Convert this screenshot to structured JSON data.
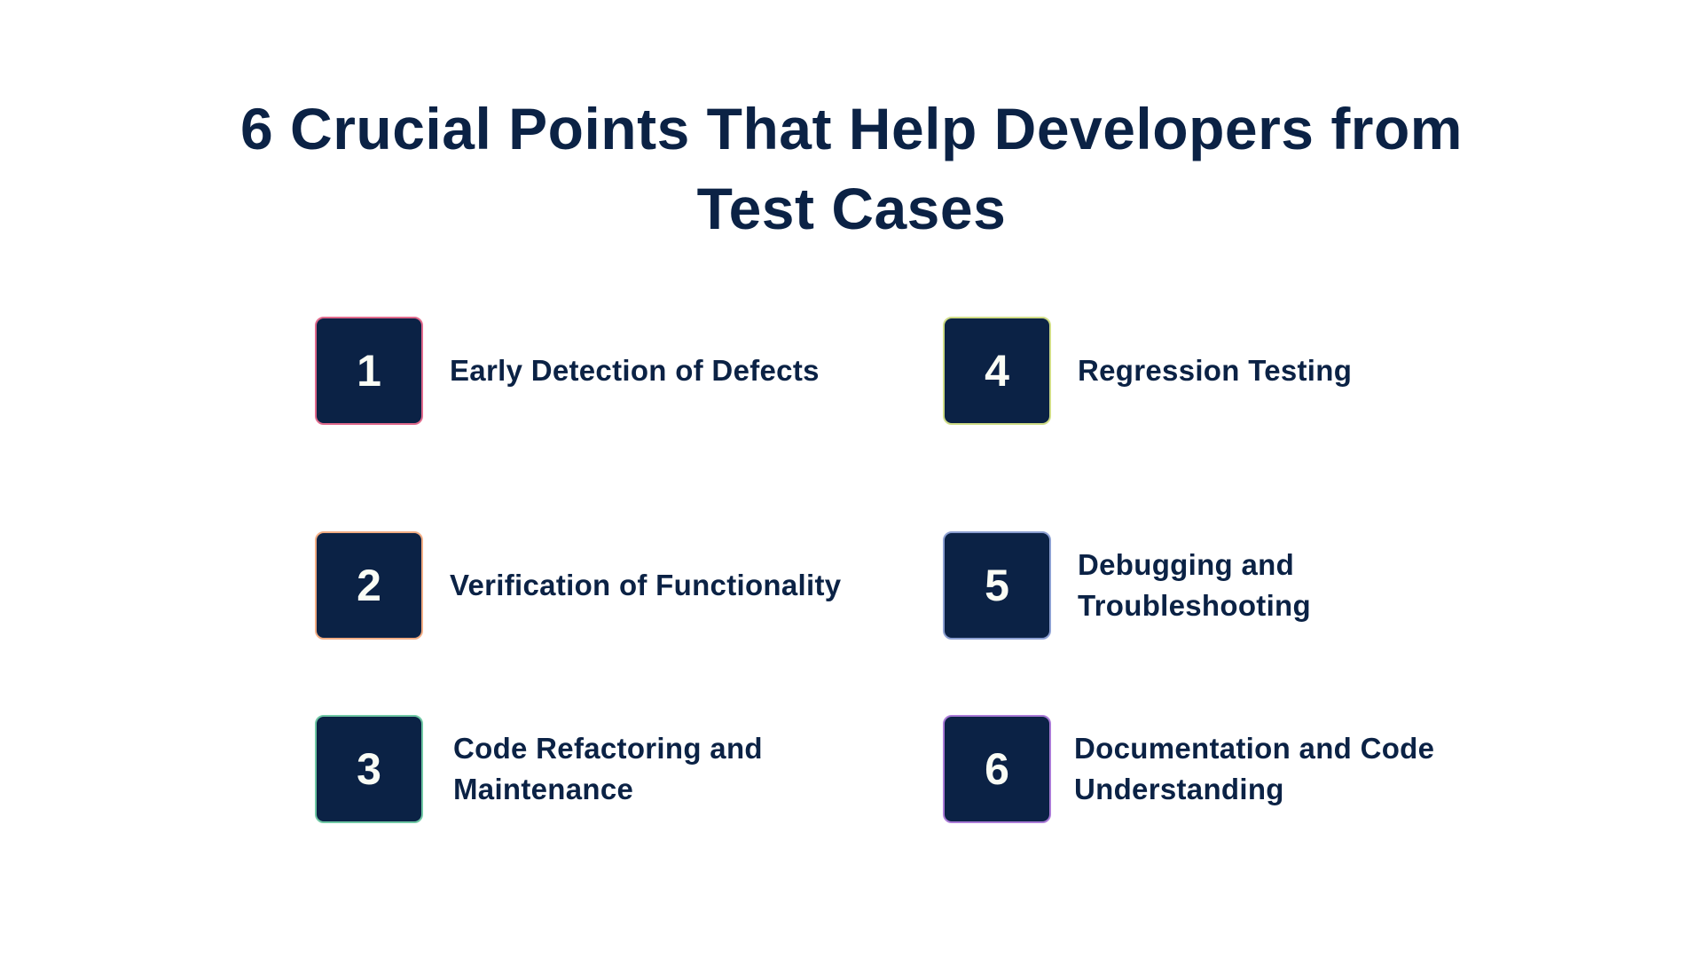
{
  "title": {
    "line1": "6  Crucial Points That Help Developers from",
    "line2": "Test Cases"
  },
  "colors": {
    "text": "#0b2245",
    "box_fill": "#0b2245",
    "box_number": "#fafdf5",
    "background": "#ffffff"
  },
  "items": [
    {
      "number": "1",
      "lines": [
        "Early Detection of Defects"
      ],
      "border_color": "#e06a8c"
    },
    {
      "number": "2",
      "lines": [
        "Verification of Functionality"
      ],
      "border_color": "#f2ad84"
    },
    {
      "number": "3",
      "lines": [
        "Code Refactoring and",
        "Maintenance"
      ],
      "border_color": "#6fc7a4"
    },
    {
      "number": "4",
      "lines": [
        "Regression Testing"
      ],
      "border_color": "#cfdc86"
    },
    {
      "number": "5",
      "lines": [
        "Debugging and",
        "Troubleshooting"
      ],
      "border_color": "#8c9fd1"
    },
    {
      "number": "6",
      "lines": [
        "Documentation and Code",
        "Understanding"
      ],
      "border_color": "#a97ad6"
    }
  ]
}
